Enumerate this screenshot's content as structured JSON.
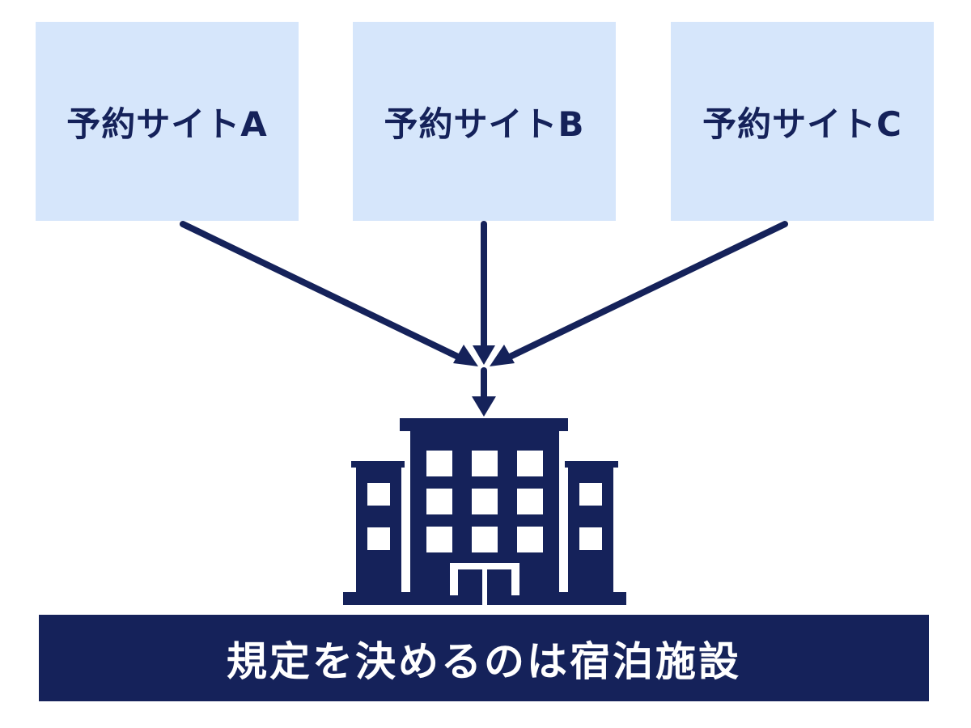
{
  "sites": [
    {
      "label": "予約サイトA"
    },
    {
      "label": "予約サイトB"
    },
    {
      "label": "予約サイトC"
    }
  ],
  "target": {
    "icon": "hotel-building-icon"
  },
  "banner": {
    "text": "規定を決めるのは宿泊施設"
  },
  "colors": {
    "navy": "#15225a",
    "box_fill": "#d6e6fb",
    "background": "#ffffff",
    "banner_text": "#ffffff"
  }
}
